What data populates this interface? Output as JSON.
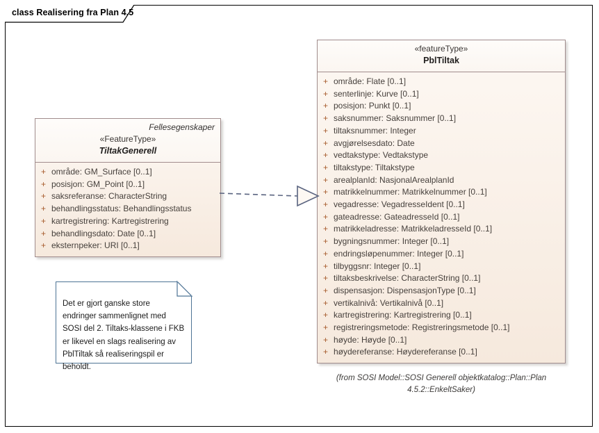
{
  "diagram": {
    "title": "class Realisering fra Plan 4.5",
    "colors": {
      "frame_border": "#000000",
      "class_border": "#a08c8c",
      "class_header_fill": "#fefcfa",
      "class_body_fill": "#f6e9dd",
      "visibility_marker": "#a65a2b",
      "note_border": "#4d7394",
      "connector": "#5a6480"
    }
  },
  "classes": {
    "tiltak_generell": {
      "package": "Fellesegenskaper",
      "stereotype": "«FeatureType»",
      "name": "TiltakGenerell",
      "abstract": true,
      "attributes": [
        {
          "visibility": "+",
          "text": "område: GM_Surface [0..1]"
        },
        {
          "visibility": "+",
          "text": "posisjon: GM_Point [0..1]"
        },
        {
          "visibility": "+",
          "text": "saksreferanse: CharacterString"
        },
        {
          "visibility": "+",
          "text": "behandlingsstatus: Behandlingsstatus"
        },
        {
          "visibility": "+",
          "text": "kartregistrering: Kartregistrering"
        },
        {
          "visibility": "+",
          "text": "behandlingsdato: Date [0..1]"
        },
        {
          "visibility": "+",
          "text": "eksternpeker: URI [0..1]"
        }
      ]
    },
    "pbl_tiltak": {
      "package": "",
      "stereotype": "«featureType»",
      "name": "PblTiltak",
      "abstract": false,
      "source_caption": "(from SOSI Model::SOSI Generell objektkatalog::Plan::Plan 4.5.2::EnkeltSaker)",
      "attributes": [
        {
          "visibility": "+",
          "text": "område: Flate [0..1]"
        },
        {
          "visibility": "+",
          "text": "senterlinje: Kurve [0..1]"
        },
        {
          "visibility": "+",
          "text": "posisjon: Punkt [0..1]"
        },
        {
          "visibility": "+",
          "text": "saksnummer: Saksnummer [0..1]"
        },
        {
          "visibility": "+",
          "text": "tiltaksnummer: Integer"
        },
        {
          "visibility": "+",
          "text": "avgjørelsesdato: Date"
        },
        {
          "visibility": "+",
          "text": "vedtakstype: Vedtakstype"
        },
        {
          "visibility": "+",
          "text": "tiltakstype: Tiltakstype"
        },
        {
          "visibility": "+",
          "text": "arealplanId: NasjonalArealplanId"
        },
        {
          "visibility": "+",
          "text": "matrikkelnummer: Matrikkelnummer [0..1]"
        },
        {
          "visibility": "+",
          "text": "vegadresse: VegadresseIdent [0..1]"
        },
        {
          "visibility": "+",
          "text": "gateadresse: GateadresseId [0..1]"
        },
        {
          "visibility": "+",
          "text": "matrikkeladresse: MatrikkeladresseId [0..1]"
        },
        {
          "visibility": "+",
          "text": "bygningsnummer: Integer [0..1]"
        },
        {
          "visibility": "+",
          "text": "endringsløpenummer: Integer [0..1]"
        },
        {
          "visibility": "+",
          "text": "tilbyggsnr: Integer [0..1]"
        },
        {
          "visibility": "+",
          "text": "tiltaksbeskrivelse: CharacterString [0..1]"
        },
        {
          "visibility": "+",
          "text": "dispensasjon: DispensasjonType [0..1]"
        },
        {
          "visibility": "+",
          "text": "vertikalnivå: Vertikalnivå [0..1]"
        },
        {
          "visibility": "+",
          "text": "kartregistrering: Kartregistrering [0..1]"
        },
        {
          "visibility": "+",
          "text": "registreringsmetode: Registreringsmetode [0..1]"
        },
        {
          "visibility": "+",
          "text": "høyde: Høyde [0..1]"
        },
        {
          "visibility": "+",
          "text": "høydereferanse: Høydereferanse [0..1]"
        }
      ]
    }
  },
  "note": {
    "text": "Det er gjort ganske store endringer sammenlignet med SOSI del 2. Tiltaks-klassene i FKB er likevel en slags realisering av PblTiltak så realiseringspil er beholdt."
  },
  "connector": {
    "kind": "realization",
    "style": "dashed",
    "arrowhead": "hollow-triangle",
    "from": "TiltakGenerell",
    "to": "PblTiltak"
  }
}
